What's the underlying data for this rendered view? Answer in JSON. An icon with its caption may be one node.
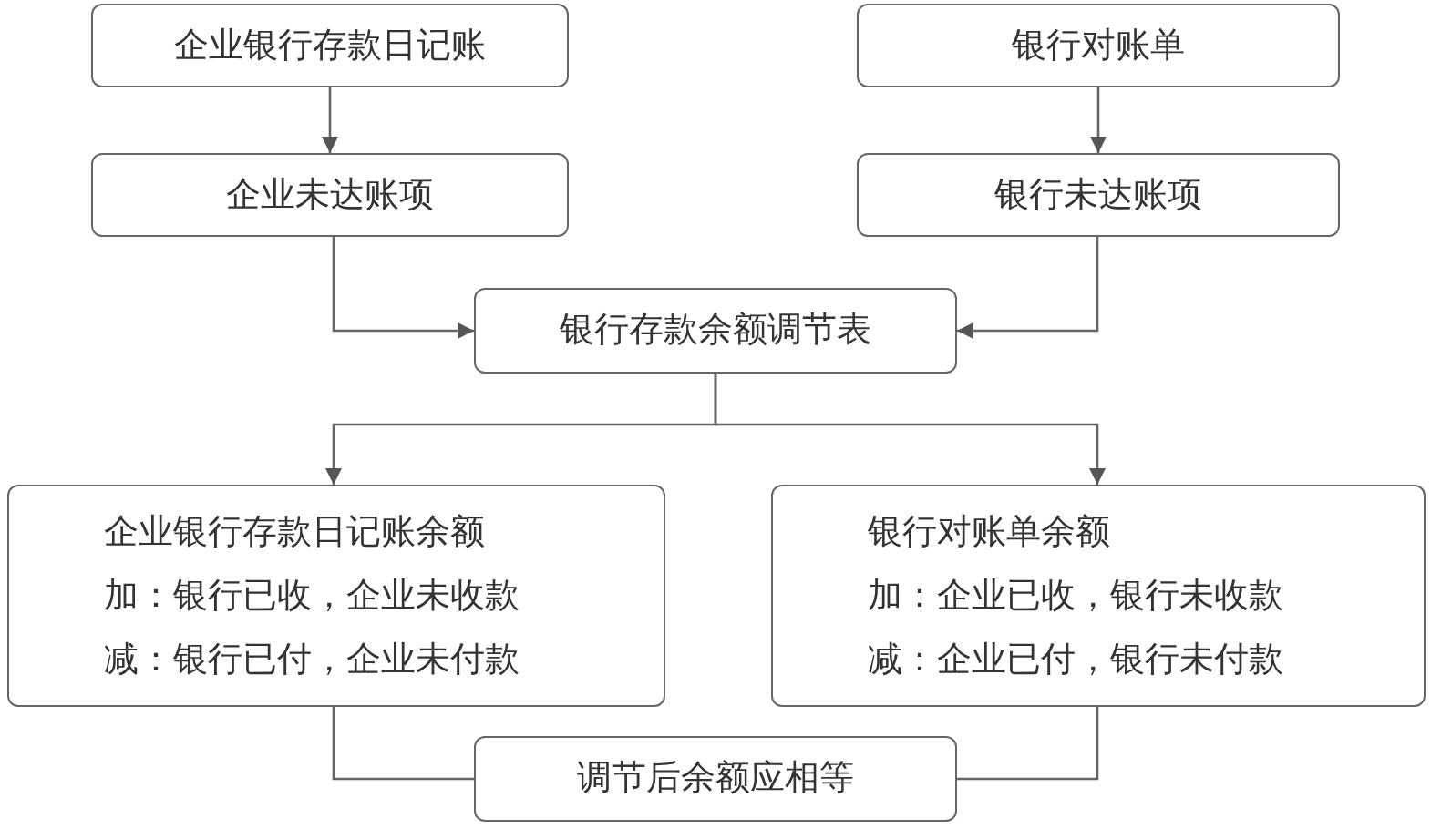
{
  "diagram": {
    "nodes": [
      {
        "text": [
          "企业银行存款日记账"
        ]
      },
      {
        "text": [
          "银行对账单"
        ]
      },
      {
        "text": [
          "企业未达账项"
        ]
      },
      {
        "text": [
          "银行未达账项"
        ]
      },
      {
        "text": [
          "银行存款余额调节表"
        ]
      },
      {
        "text": [
          "企业银行存款日记账余额",
          "加：银行已收，企业未收款",
          "减：银行已付，企业未付款"
        ]
      },
      {
        "text": [
          "银行对账单余额",
          "加：企业已收，银行未收款",
          "减：企业已付，银行未付款"
        ]
      },
      {
        "text": [
          "调节后余额应相等"
        ]
      }
    ],
    "edges": [
      {
        "from": 0,
        "to": 2,
        "arrow": "to"
      },
      {
        "from": 1,
        "to": 3,
        "arrow": "to"
      },
      {
        "from": 2,
        "to": 4,
        "arrow": "to"
      },
      {
        "from": 3,
        "to": 4,
        "arrow": "to"
      },
      {
        "from": 4,
        "to": 5,
        "arrow": "to"
      },
      {
        "from": 4,
        "to": 6,
        "arrow": "to"
      },
      {
        "from": 5,
        "to": 7,
        "arrow": "none"
      },
      {
        "from": 6,
        "to": 7,
        "arrow": "none"
      }
    ]
  }
}
